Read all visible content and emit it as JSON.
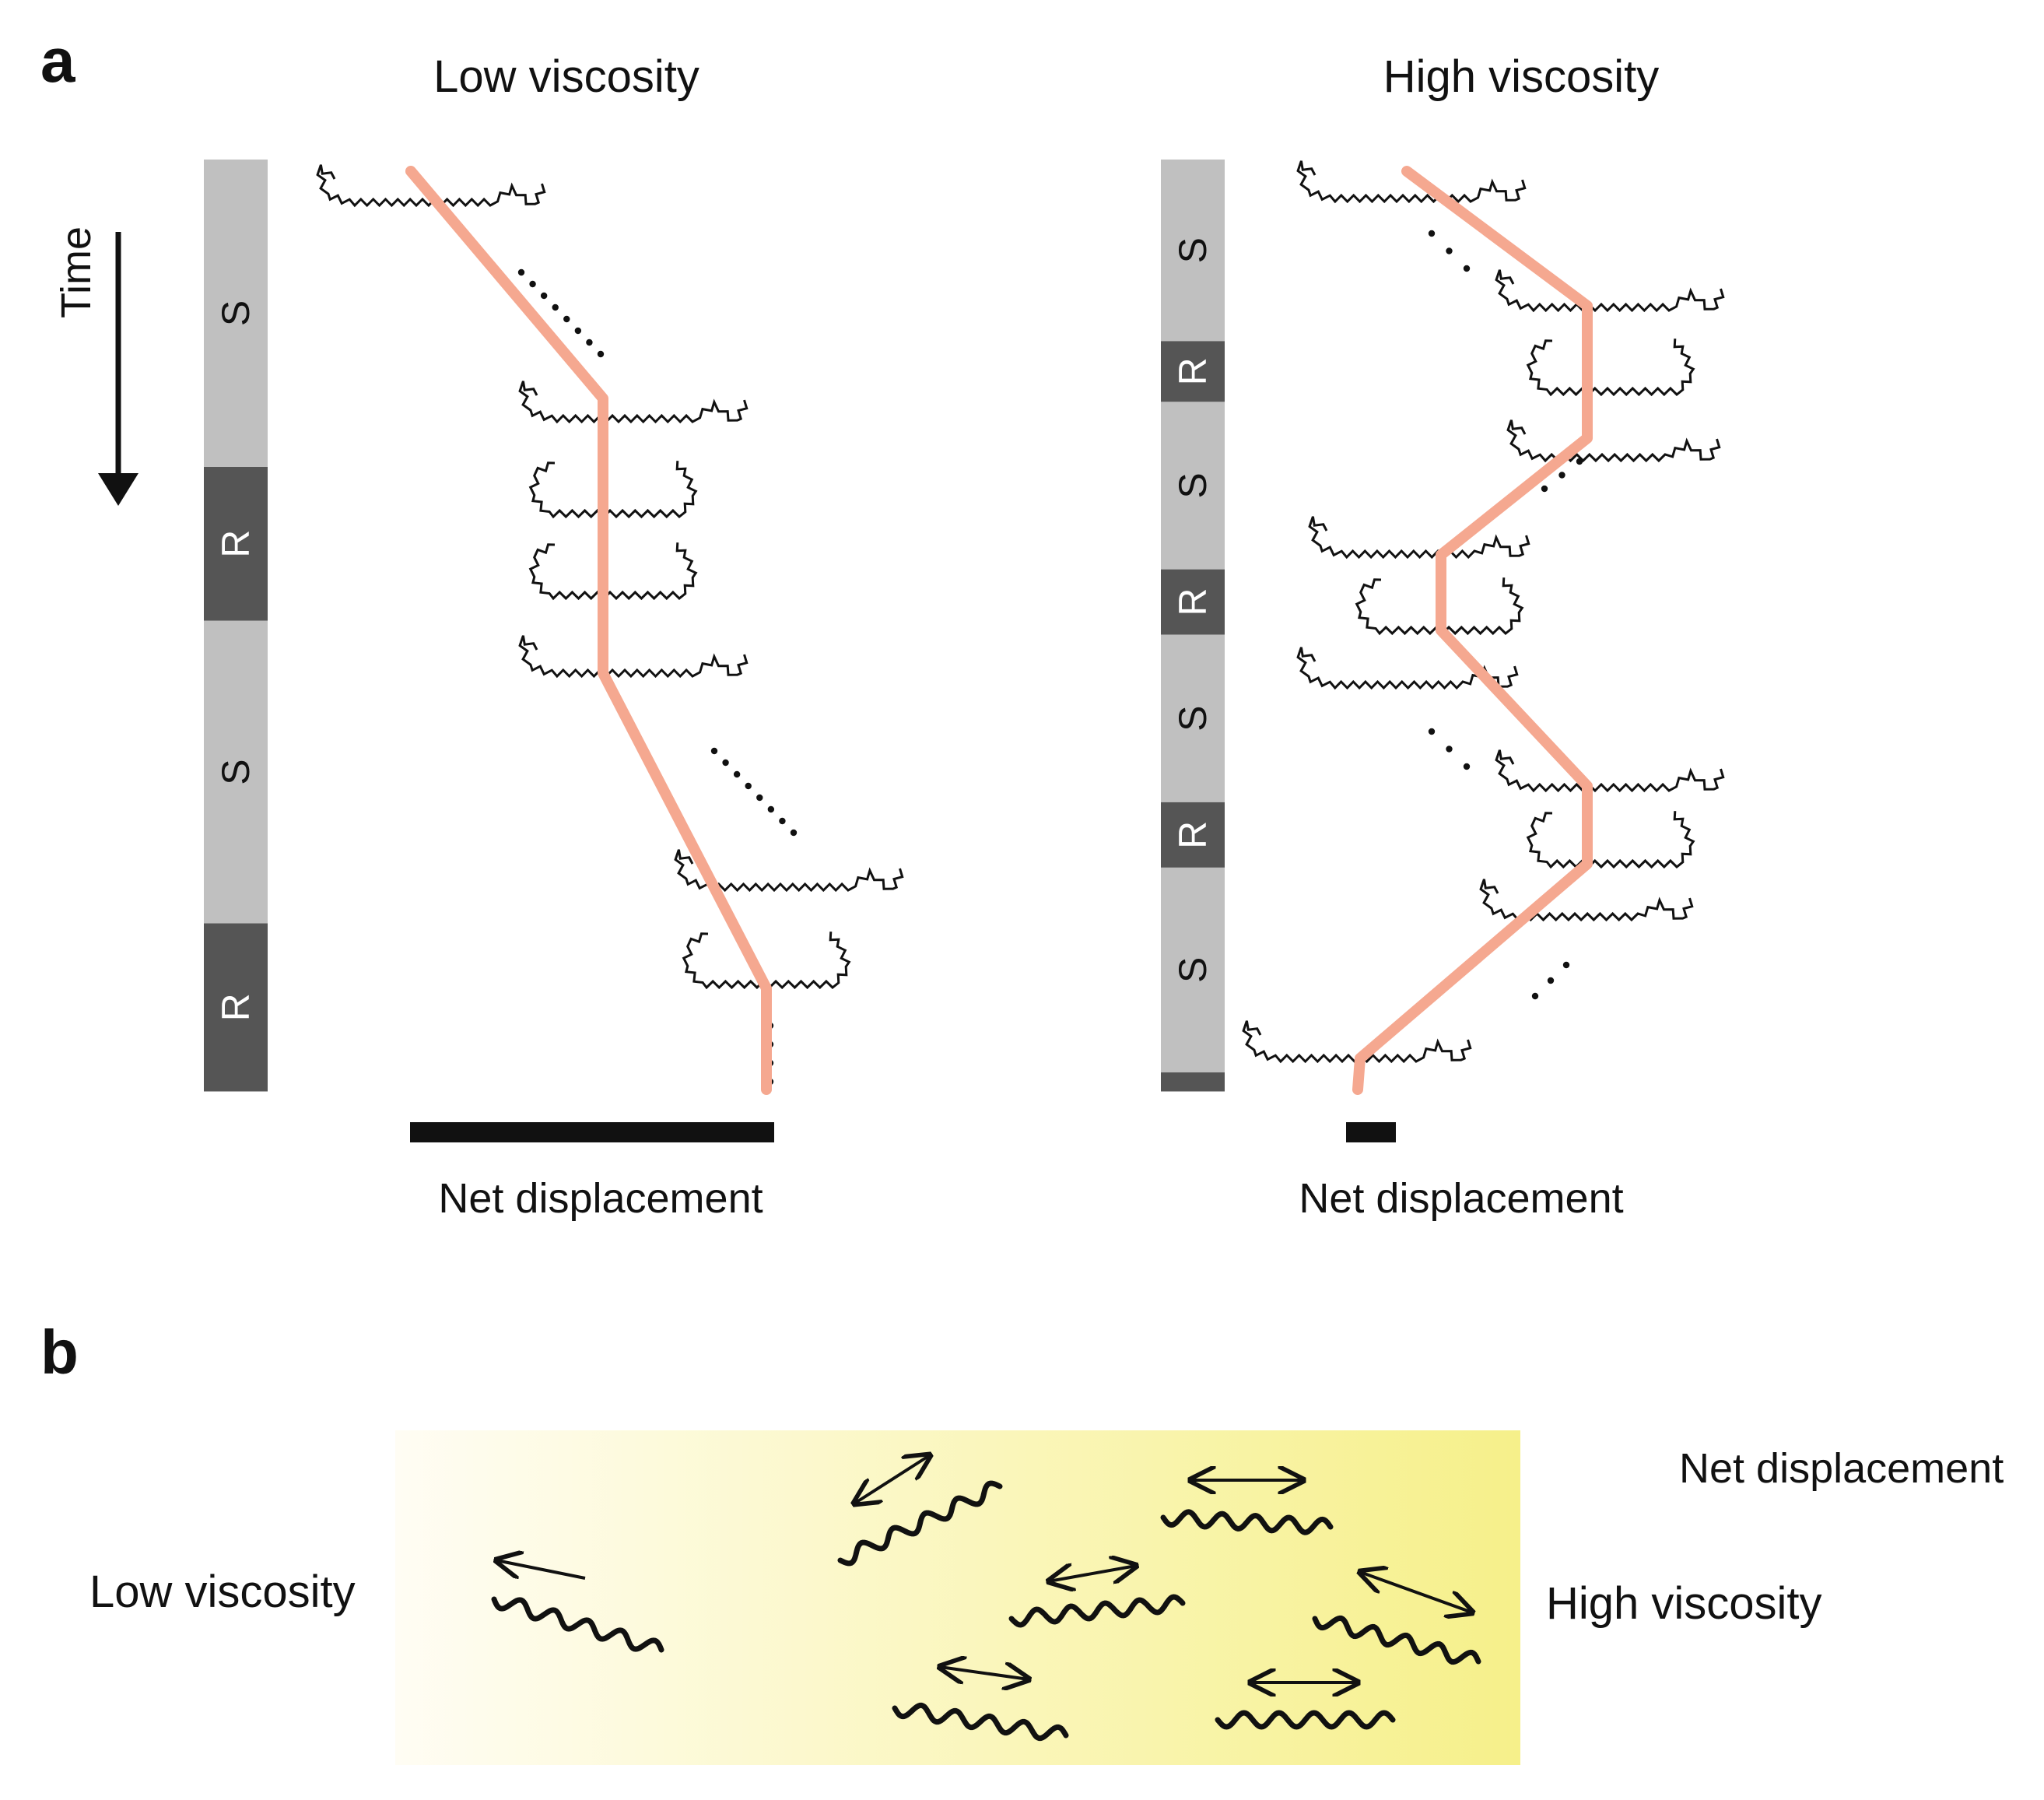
{
  "panel_a": {
    "label": "a",
    "time_label": "Time",
    "left": {
      "title": "Low viscosity",
      "caption": "Net displacement",
      "segments": [
        {
          "state": "S",
          "span": [
            0.0,
            0.33
          ]
        },
        {
          "state": "R",
          "span": [
            0.33,
            0.495
          ]
        },
        {
          "state": "S",
          "span": [
            0.495,
            0.82
          ]
        },
        {
          "state": "R",
          "span": [
            0.82,
            1.0
          ]
        }
      ]
    },
    "right": {
      "title": "High viscosity",
      "caption": "Net displacement",
      "segments": [
        {
          "state": "S",
          "span": [
            0.0,
            0.195
          ]
        },
        {
          "state": "R",
          "span": [
            0.195,
            0.26
          ]
        },
        {
          "state": "S",
          "span": [
            0.26,
            0.44
          ]
        },
        {
          "state": "R",
          "span": [
            0.44,
            0.51
          ]
        },
        {
          "state": "S",
          "span": [
            0.51,
            0.69
          ]
        },
        {
          "state": "R",
          "span": [
            0.69,
            0.76
          ]
        },
        {
          "state": "S",
          "span": [
            0.76,
            0.98
          ]
        },
        {
          "state": "",
          "span": [
            0.98,
            1.0
          ]
        }
      ]
    }
  },
  "panel_b": {
    "label": "b",
    "low_label": "Low viscosity",
    "high_label": "High viscosity",
    "net_label": "Net displacement"
  },
  "colors": {
    "run_dark": "#555555",
    "swim_light": "#c0c0c0",
    "trajectory": "#f5a890",
    "gradient_start": "#fffdf4",
    "gradient_end": "#f6f08a"
  }
}
